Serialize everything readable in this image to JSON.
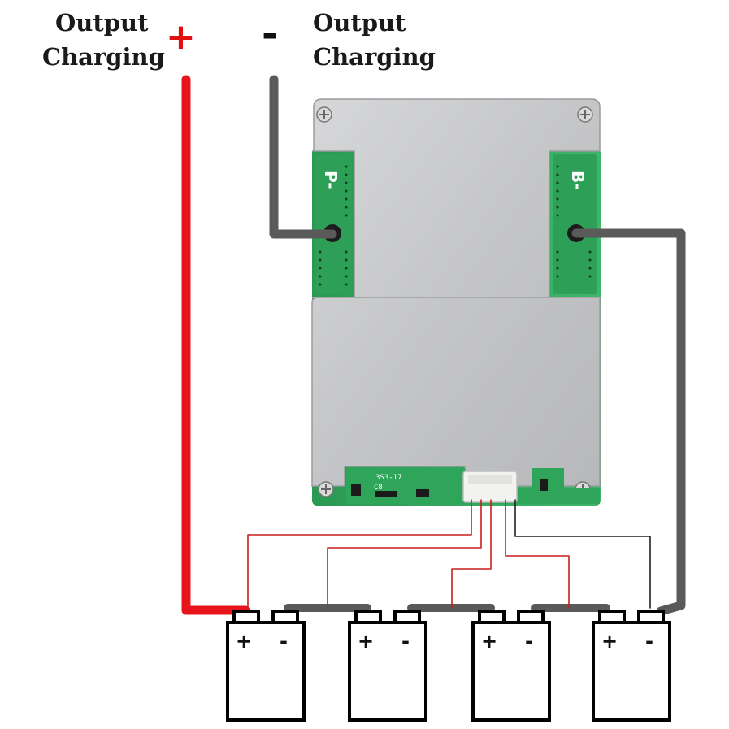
{
  "labels": {
    "positive": {
      "line1": "Output",
      "line2": "Charging",
      "symbol": "+"
    },
    "negative": {
      "line1": "Output",
      "line2": "Charging",
      "symbol": "-"
    }
  },
  "board": {
    "pad_left_label": "P-",
    "pad_right_label": "B-",
    "silkscreen": "3S3-17",
    "silkscreen_2": "C8"
  },
  "cells": [
    {
      "plus": "+",
      "minus": "-"
    },
    {
      "plus": "+",
      "minus": "-"
    },
    {
      "plus": "+",
      "minus": "-"
    },
    {
      "plus": "+",
      "minus": "-"
    }
  ],
  "colors": {
    "positive_wire": "#e8141c",
    "negative_wire": "#5a5a5a",
    "sense_wire": "#c81e1e",
    "sense_wire_ground": "#222222",
    "heatsink": "#c9cacc",
    "pcb": "#2fa55a"
  }
}
